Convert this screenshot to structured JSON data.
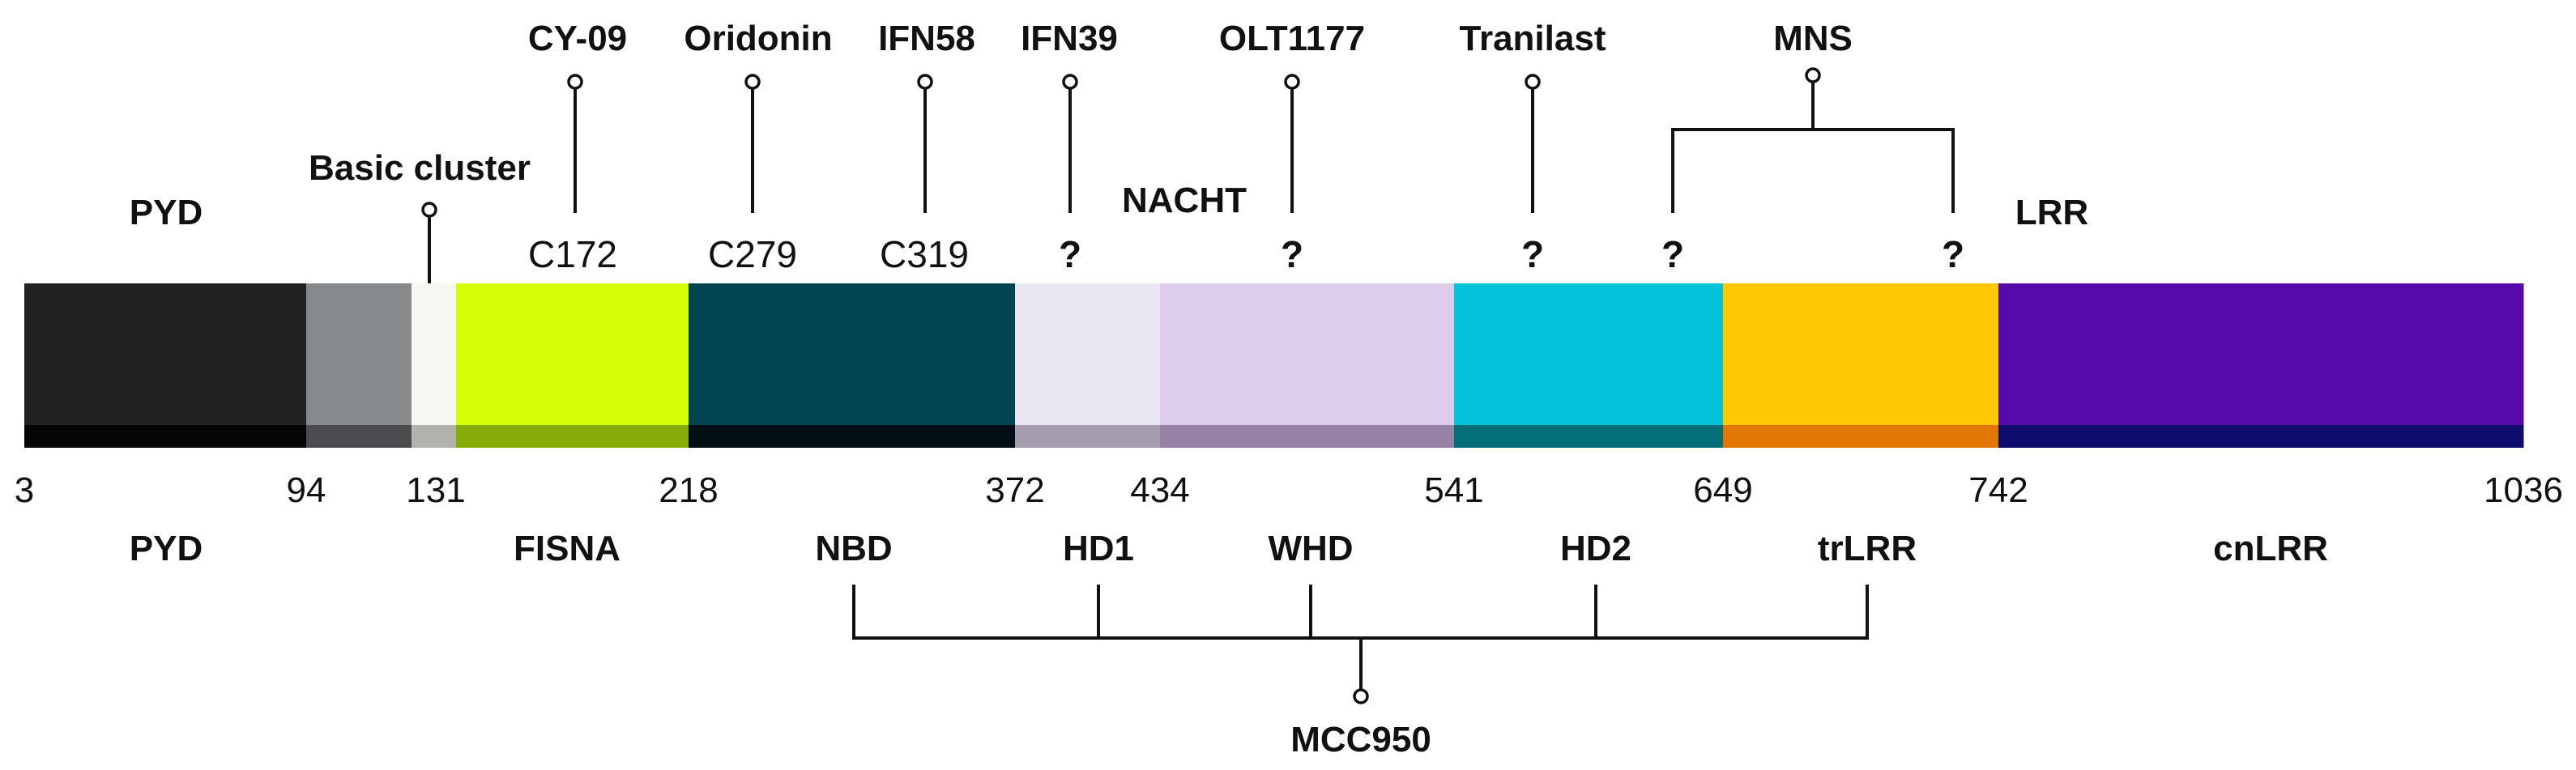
{
  "top_domains": {
    "pyd": "PYD",
    "nacht": "NACHT",
    "lrr": "LRR"
  },
  "basic_cluster": "Basic cluster",
  "inhibitors": {
    "cy09": {
      "name": "CY-09",
      "site": "C172"
    },
    "oridonin": {
      "name": "Oridonin",
      "site": "C279"
    },
    "ifn58": {
      "name": "IFN58",
      "site": "C319"
    },
    "ifn39": {
      "name": "IFN39",
      "site": "?"
    },
    "olt1177": {
      "name": "OLT1177",
      "site": "?"
    },
    "tranilast": {
      "name": "Tranilast",
      "site": "?"
    },
    "mns": {
      "name": "MNS",
      "site_a": "?",
      "site_b": "?"
    },
    "mcc950": {
      "name": "MCC950"
    }
  },
  "segments": [
    {
      "id": "pyd",
      "start": 3,
      "end": 94,
      "color": "#222222",
      "stripe": "#050505"
    },
    {
      "id": "linker",
      "start": 94,
      "end": 116,
      "color": "#878a8d",
      "stripe": "#4a4c4f"
    },
    {
      "id": "basic",
      "start": 116,
      "end": 131,
      "color": "#f8f6f2",
      "stripe": "#b3b1ab"
    },
    {
      "id": "fisna",
      "start": 131,
      "end": 218,
      "color": "#d7fd05",
      "stripe": "#87ae08"
    },
    {
      "id": "nbd",
      "start": 218,
      "end": 372,
      "color": "#02444f",
      "stripe": "#020f15"
    },
    {
      "id": "hd1",
      "start": 372,
      "end": 434,
      "color": "#ebe6f4",
      "stripe": "#a49dad"
    },
    {
      "id": "whd",
      "start": 434,
      "end": 541,
      "color": "#ddcdea",
      "stripe": "#9783a7"
    },
    {
      "id": "hd2",
      "start": 541,
      "end": 649,
      "color": "#02c3d9",
      "stripe": "#046e79"
    },
    {
      "id": "trlrr",
      "start": 649,
      "end": 742,
      "color": "#ffc802",
      "stripe": "#e27703"
    },
    {
      "id": "cnlrr",
      "start": 742,
      "end": 1036,
      "color": "#570aaa",
      "stripe": "#0e0c6d"
    }
  ],
  "residue_ticks": [
    "3",
    "94",
    "131",
    "218",
    "372",
    "434",
    "541",
    "649",
    "742",
    "1036"
  ],
  "subdomains": {
    "pyd": "PYD",
    "fisna": "FISNA",
    "nbd": "NBD",
    "hd1": "HD1",
    "whd": "WHD",
    "hd2": "HD2",
    "trlrr": "trLRR",
    "cnlrr": "cnLRR"
  }
}
